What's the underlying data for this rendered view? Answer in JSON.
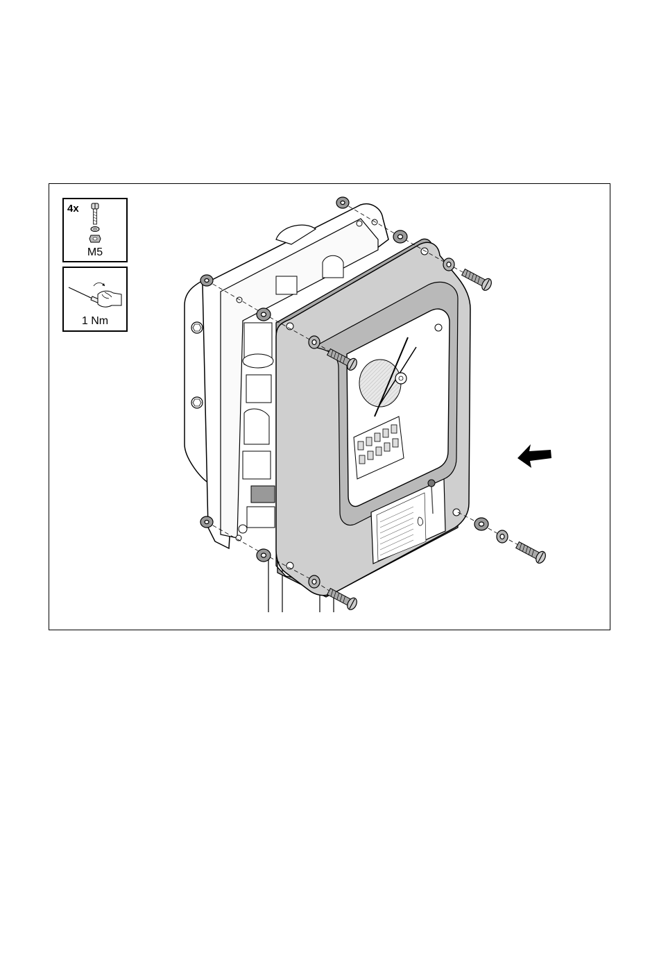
{
  "legend": {
    "hardware": {
      "quantity": "4x",
      "thread_size": "M5",
      "icon": "screw-washer-nut-icon"
    },
    "tool": {
      "torque": "1 Nm",
      "icon": "screwdriver-hand-icon"
    }
  },
  "illustration": {
    "subject": "enclosure-cover-mounting",
    "direction_icon": "arrow-left-icon",
    "colors": {
      "cover": "#cfcfcf",
      "cover_dark": "#a9a9a9",
      "line": "#000000",
      "background": "#ffffff"
    }
  }
}
